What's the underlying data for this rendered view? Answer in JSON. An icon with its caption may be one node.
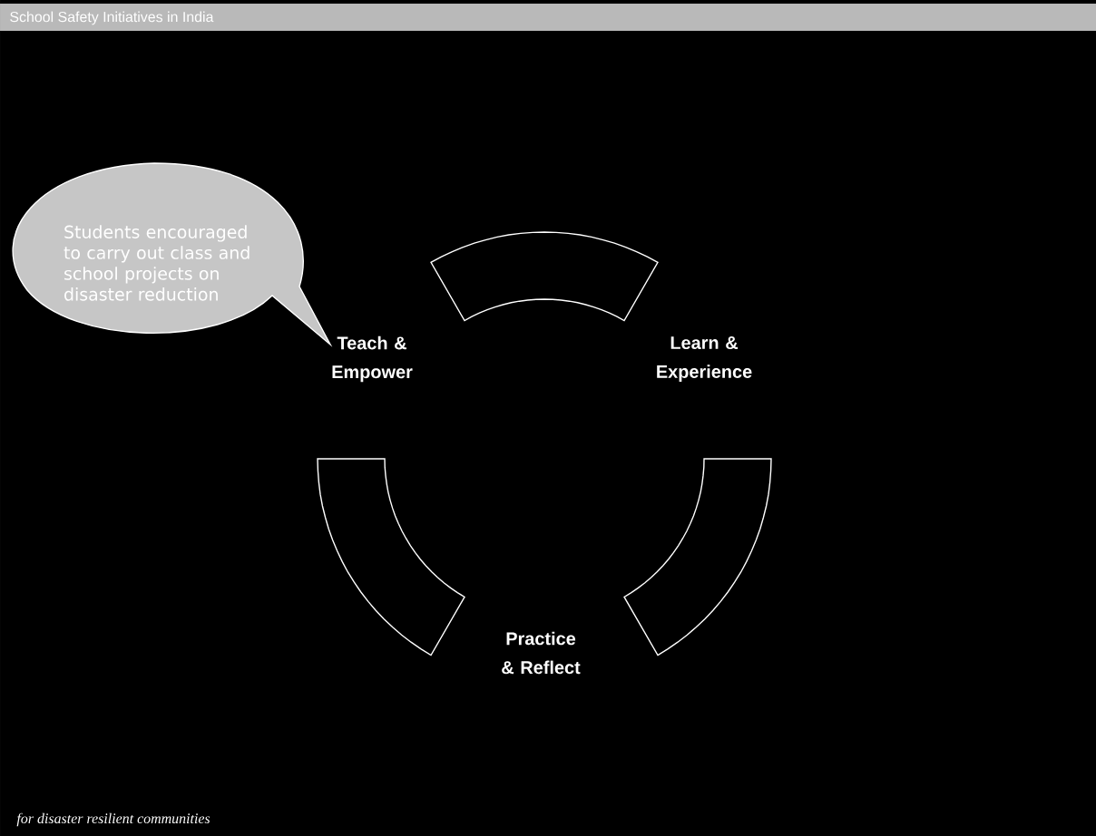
{
  "diagram": {
    "title": "School Safety Initiatives in India",
    "nodes": [
      {
        "text": [
          "Students encouraged to carry out class and school projects on disaster reduction"
        ]
      },
      {
        "text": [
          "Teach & Empower"
        ]
      },
      {
        "text": [
          "Learn & Experience"
        ]
      },
      {
        "text": [
          "Practice & Reflect"
        ]
      },
      {
        "text": [],
        "shape": "band"
      },
      {
        "text": [],
        "shape": "band"
      },
      {
        "text": [],
        "shape": "band"
      }
    ],
    "labels": [
      "for disaster resilient communities"
    ]
  }
}
